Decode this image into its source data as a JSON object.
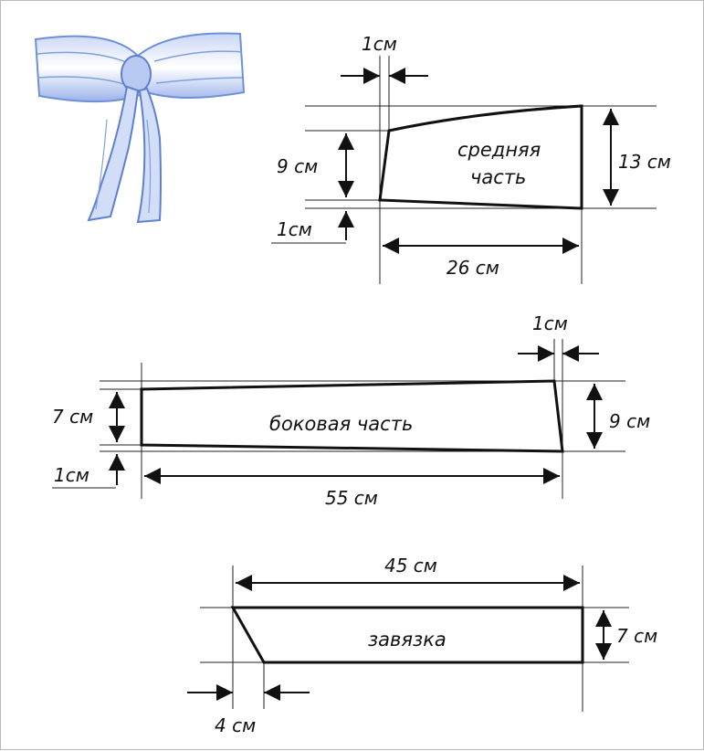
{
  "pieces": {
    "middle": {
      "name_line1": "средняя",
      "name_line2": "часть",
      "dim_top": "1см",
      "dim_left": "9 см",
      "dim_bottom_left": "1см",
      "dim_right": "13 см",
      "dim_length": "26 см"
    },
    "side": {
      "name": "боковая часть",
      "dim_top": "1см",
      "dim_left": "7 см",
      "dim_bottom_left": "1см",
      "dim_right": "9 см",
      "dim_length": "55 см"
    },
    "tie": {
      "name": "завязка",
      "dim_length": "45 см",
      "dim_right": "7 см",
      "dim_bottom": "4 см"
    }
  },
  "colors": {
    "belt_illustration": "#7f9fe0",
    "line": "#111111"
  }
}
